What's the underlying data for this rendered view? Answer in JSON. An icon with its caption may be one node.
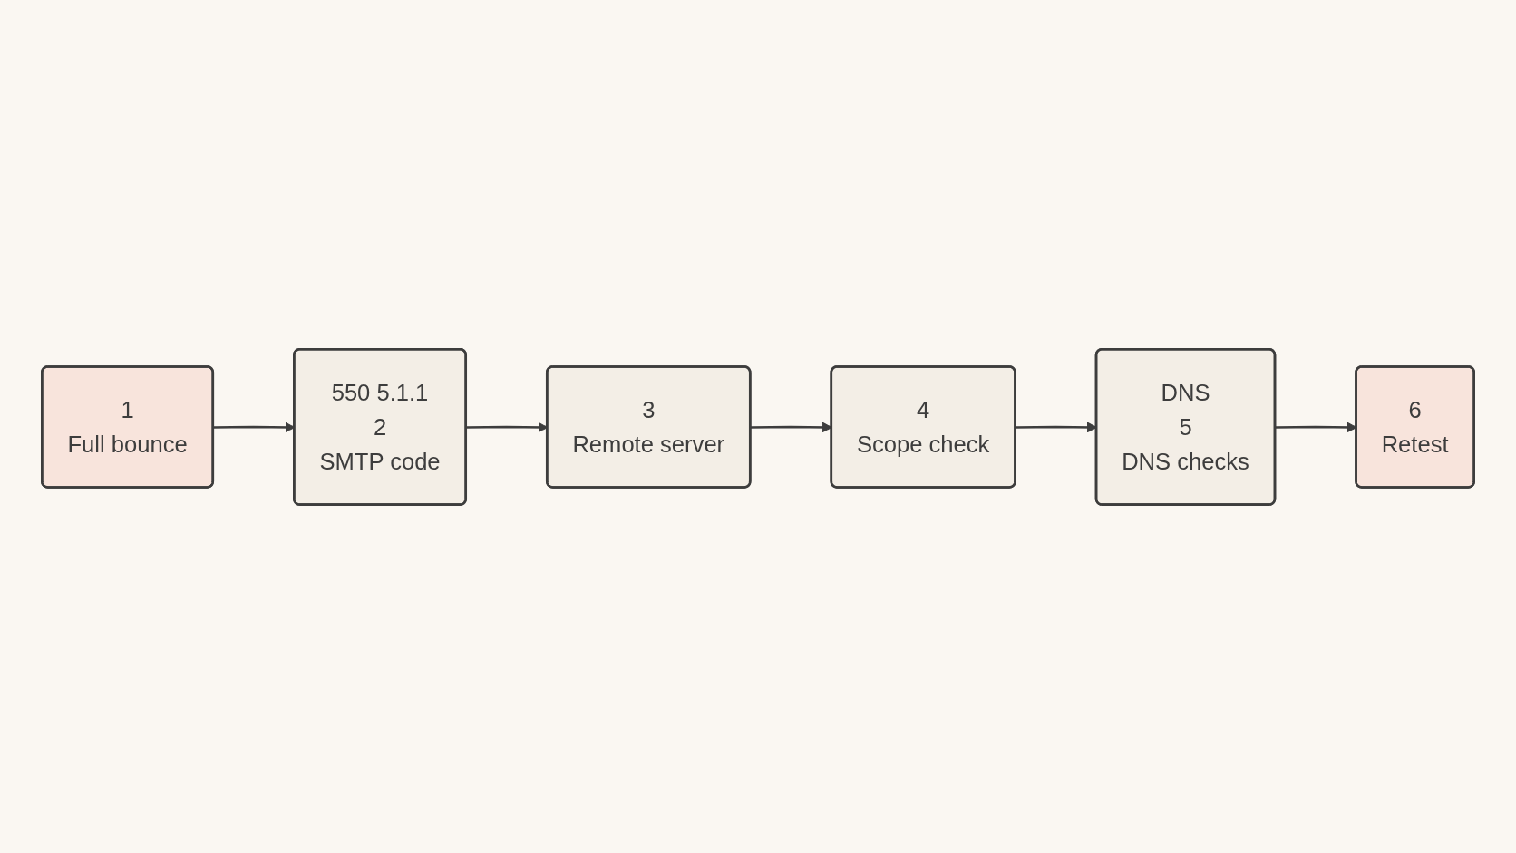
{
  "diagram": {
    "nodes": [
      {
        "text": [
          "1",
          "Full bounce"
        ]
      },
      {
        "text": [
          "550 5.1.1",
          "2",
          "SMTP code"
        ]
      },
      {
        "text": [
          "3",
          "Remote server"
        ]
      },
      {
        "text": [
          "4",
          "Scope check"
        ]
      },
      {
        "text": [
          "DNS",
          "5",
          "DNS checks"
        ]
      },
      {
        "text": [
          "6",
          "Retest"
        ]
      }
    ],
    "edges": [
      {
        "from": 0,
        "to": 1,
        "arrow": "to"
      },
      {
        "from": 1,
        "to": 2,
        "arrow": "to"
      },
      {
        "from": 2,
        "to": 3,
        "arrow": "to"
      },
      {
        "from": 3,
        "to": 4,
        "arrow": "to"
      },
      {
        "from": 4,
        "to": 5,
        "arrow": "to"
      }
    ]
  }
}
